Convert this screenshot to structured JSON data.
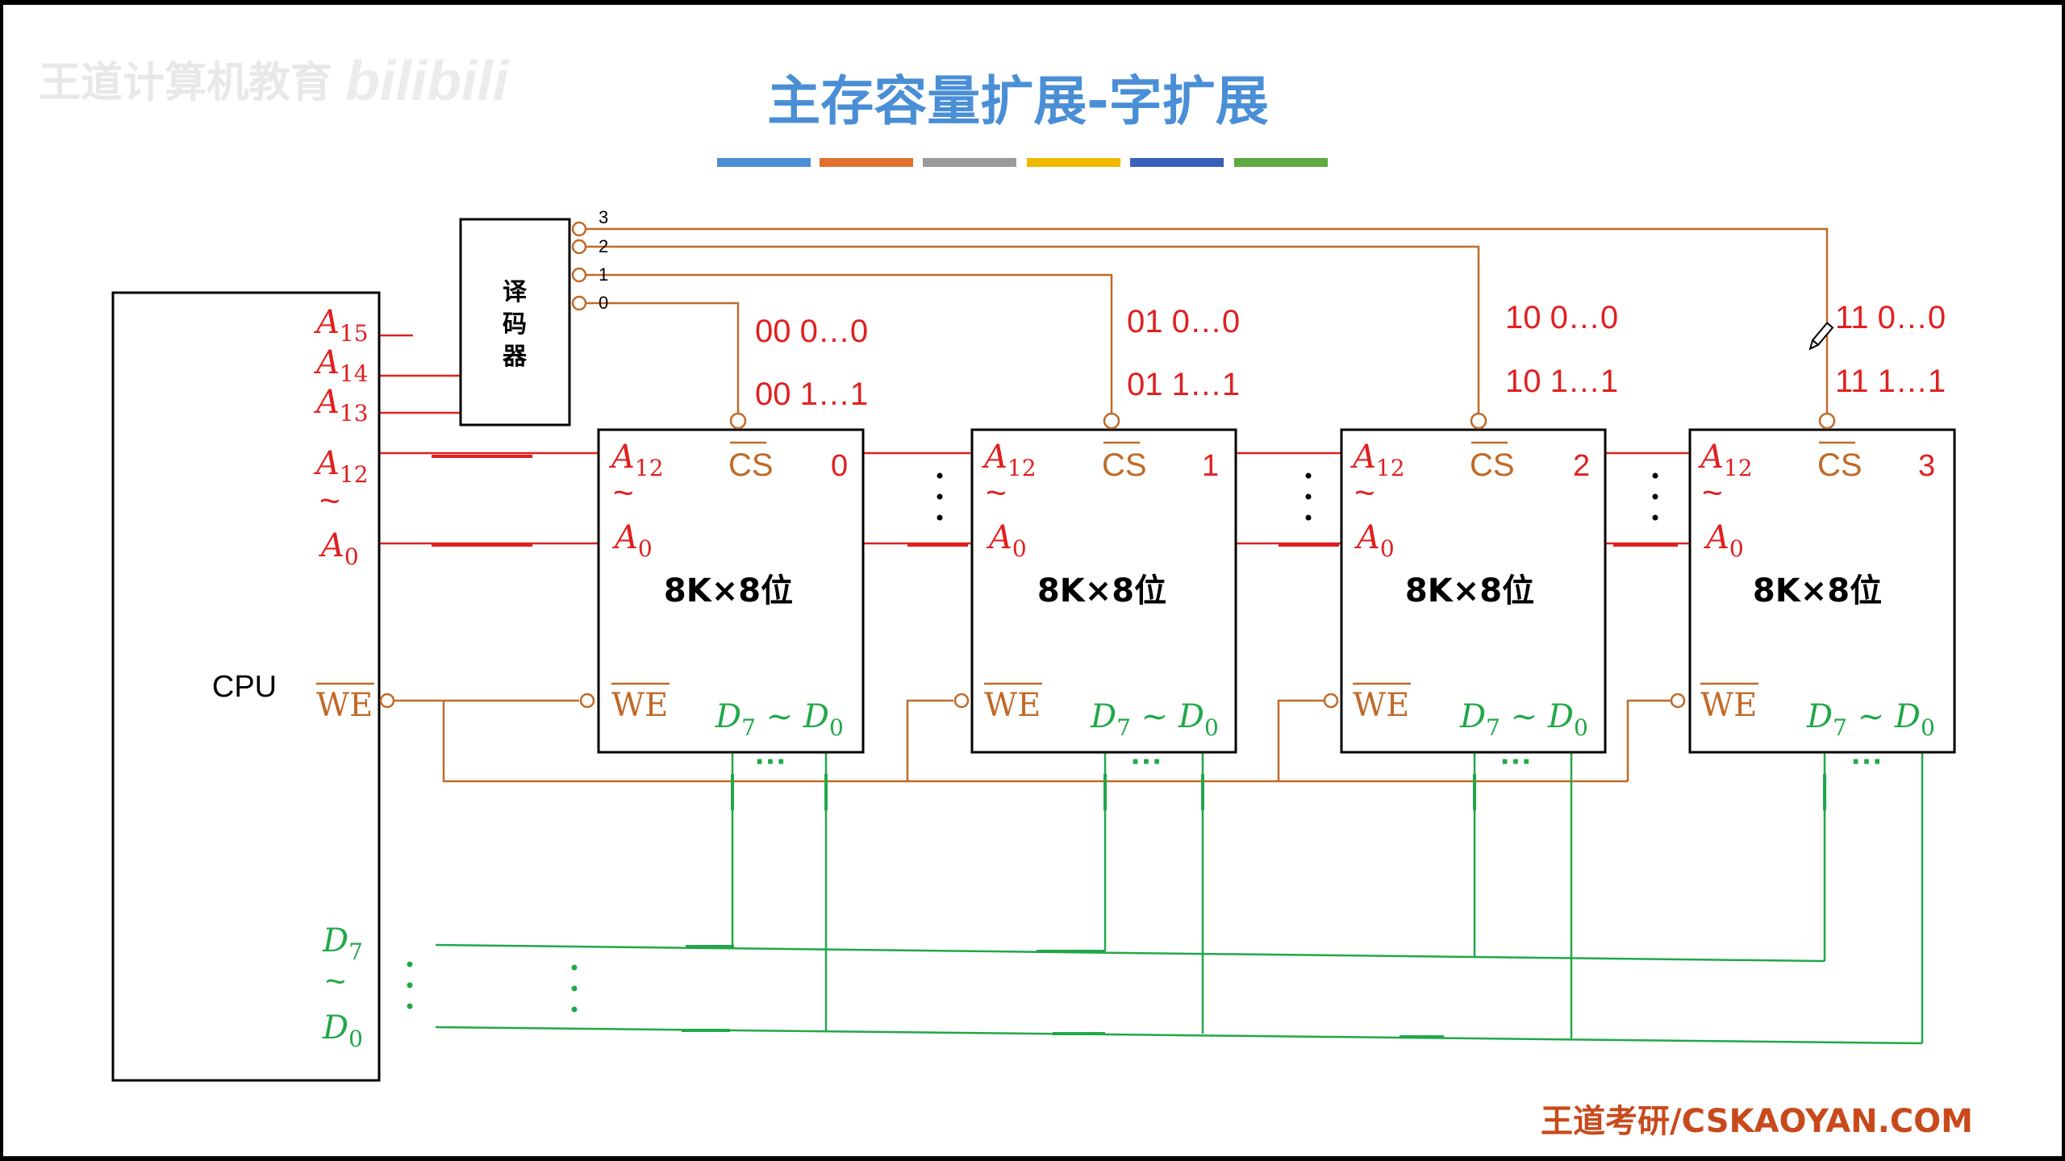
{
  "slide": {
    "title": "主存容量扩展-字扩展",
    "watermark": "王道计算机教育",
    "bilibili": "bilibili",
    "footer": "王道考研/CSKAOYAN.COM",
    "title_bar_colors": [
      "#4a8fd6",
      "#e07030",
      "#9a9a9a",
      "#f0b800",
      "#3a5fb8",
      "#60a840"
    ]
  },
  "cpu": {
    "label": "CPU",
    "pins": {
      "a15": {
        "base": "A",
        "sub": "15"
      },
      "a14": {
        "base": "A",
        "sub": "14"
      },
      "a13": {
        "base": "A",
        "sub": "13"
      },
      "a12": {
        "base": "A",
        "sub": "12"
      },
      "tilde": "~",
      "a0": {
        "base": "A",
        "sub": "0"
      },
      "we": "WE",
      "d7": {
        "base": "D",
        "sub": "7"
      },
      "d0": {
        "base": "D",
        "sub": "0"
      }
    }
  },
  "decoder": {
    "label_lines": [
      "译",
      "码",
      "器"
    ],
    "outputs": [
      "3",
      "2",
      "1",
      "0"
    ]
  },
  "chips": [
    {
      "index": "0",
      "capacity": "8K×8位",
      "addr_low": "00 0…0",
      "addr_high": "00 1…1"
    },
    {
      "index": "1",
      "capacity": "8K×8位",
      "addr_low": "01 0…0",
      "addr_high": "01 1…1"
    },
    {
      "index": "2",
      "capacity": "8K×8位",
      "addr_low": "10 0…0",
      "addr_high": "10 1…1"
    },
    {
      "index": "3",
      "capacity": "8K×8位",
      "addr_low": "11 0…0",
      "addr_high": "11 1…1"
    }
  ],
  "chip_pins": {
    "a12": {
      "base": "A",
      "sub": "12"
    },
    "tilde": "~",
    "a0": {
      "base": "A",
      "sub": "0"
    },
    "cs": "CS",
    "we": "WE",
    "data": {
      "d": "D",
      "s7": "7",
      "sep": " ~ ",
      "s0": "0"
    }
  },
  "ellipsis": "···",
  "colors": {
    "address": "#e02020",
    "control": "#c06a28",
    "data": "#20a848",
    "title": "#4a8fd6",
    "footer": "#c84a1c",
    "ink": "#000000"
  }
}
